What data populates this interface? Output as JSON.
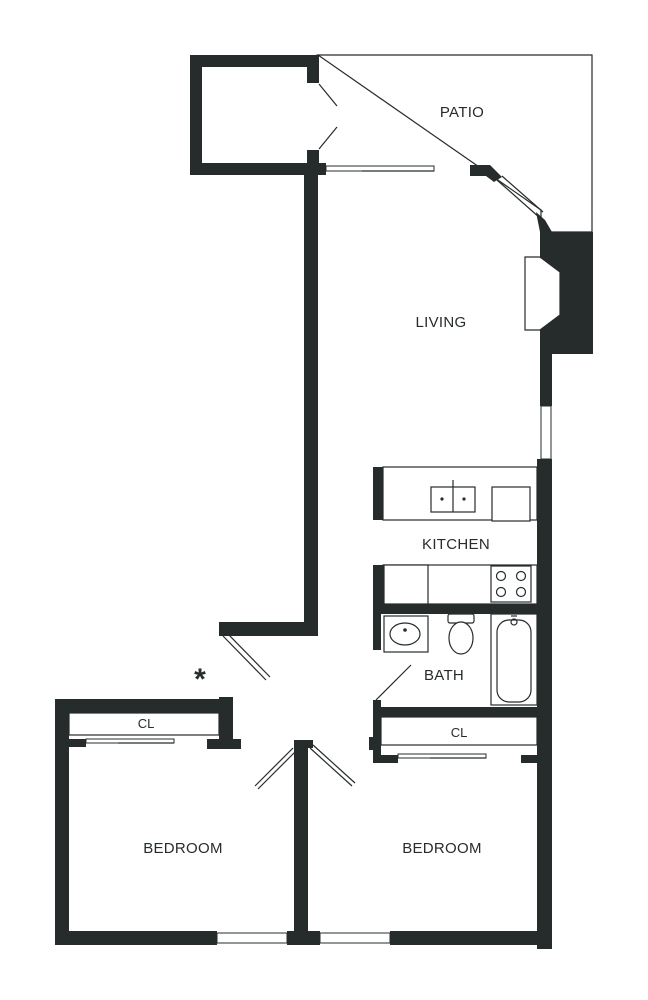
{
  "rooms": {
    "patio": "PATIO",
    "living": "LIVING",
    "kitchen": "KITCHEN",
    "bath": "BATH",
    "bedroom_left": "BEDROOM",
    "bedroom_right": "BEDROOM",
    "closet_left": "CL",
    "closet_right": "CL"
  },
  "entry_marker": "*",
  "wall_color": "#262c2b"
}
